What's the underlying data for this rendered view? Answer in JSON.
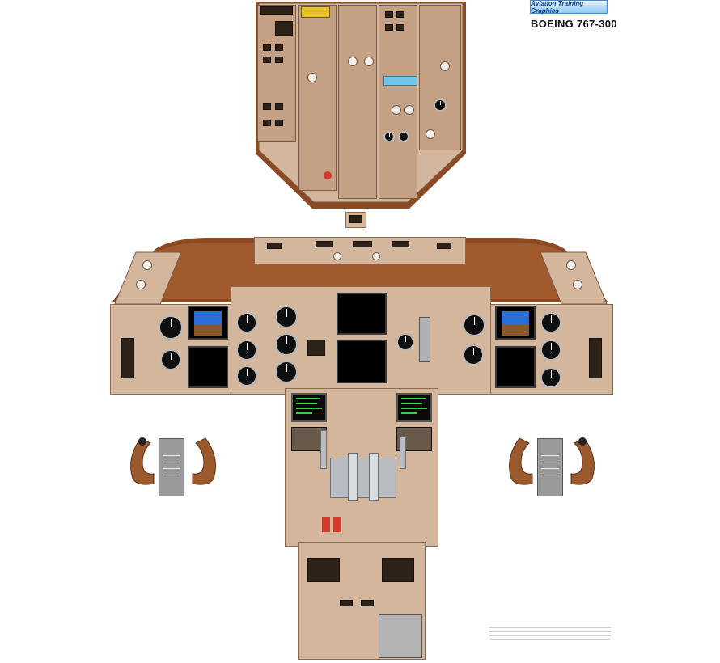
{
  "brand": {
    "logo_text": "Aviation Training Graphics",
    "title": "BOEING 767-300"
  },
  "colors": {
    "panel_tan": "#d4b69c",
    "frame_brown": "#8c4a22",
    "display_black": "#000000",
    "cdu_text_green": "#35d44a"
  },
  "sections": [
    "overhead-panel",
    "glareshield",
    "main-instrument-panel",
    "captain-yoke",
    "first-officer-yoke",
    "pedestal"
  ]
}
